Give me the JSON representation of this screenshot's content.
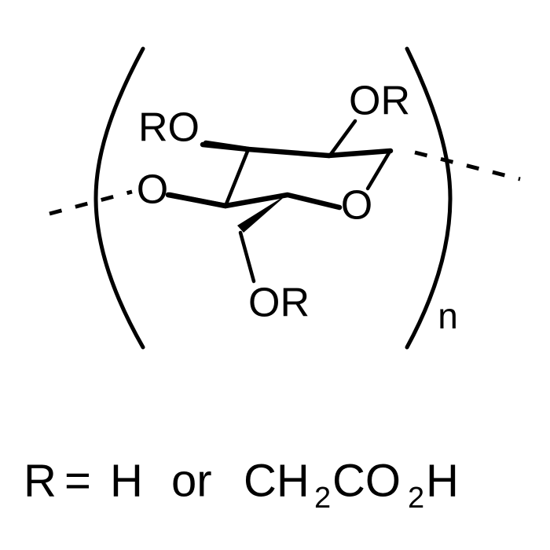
{
  "diagram": {
    "title_text": "",
    "kind": "chemical-structure",
    "background_color": "#ffffff",
    "ink_color": "#000000",
    "repeat_unit": {
      "subscript": "n",
      "bracket_type": "parentheses"
    },
    "atom_labels": {
      "top_left": "RO",
      "top_right": "OR",
      "ring_oxygen_left": "O",
      "ring_oxygen_right": "O",
      "bottom": "OR"
    },
    "legend": {
      "variable": "R",
      "equals": "=",
      "option_one": "H",
      "conjunction": "or",
      "option_two_part1": "CH",
      "option_two_sub1": "2",
      "option_two_part2": "CO",
      "option_two_sub2": "2",
      "option_two_part3": "H",
      "full_text": "R = H  or  CH2CO2H"
    }
  }
}
